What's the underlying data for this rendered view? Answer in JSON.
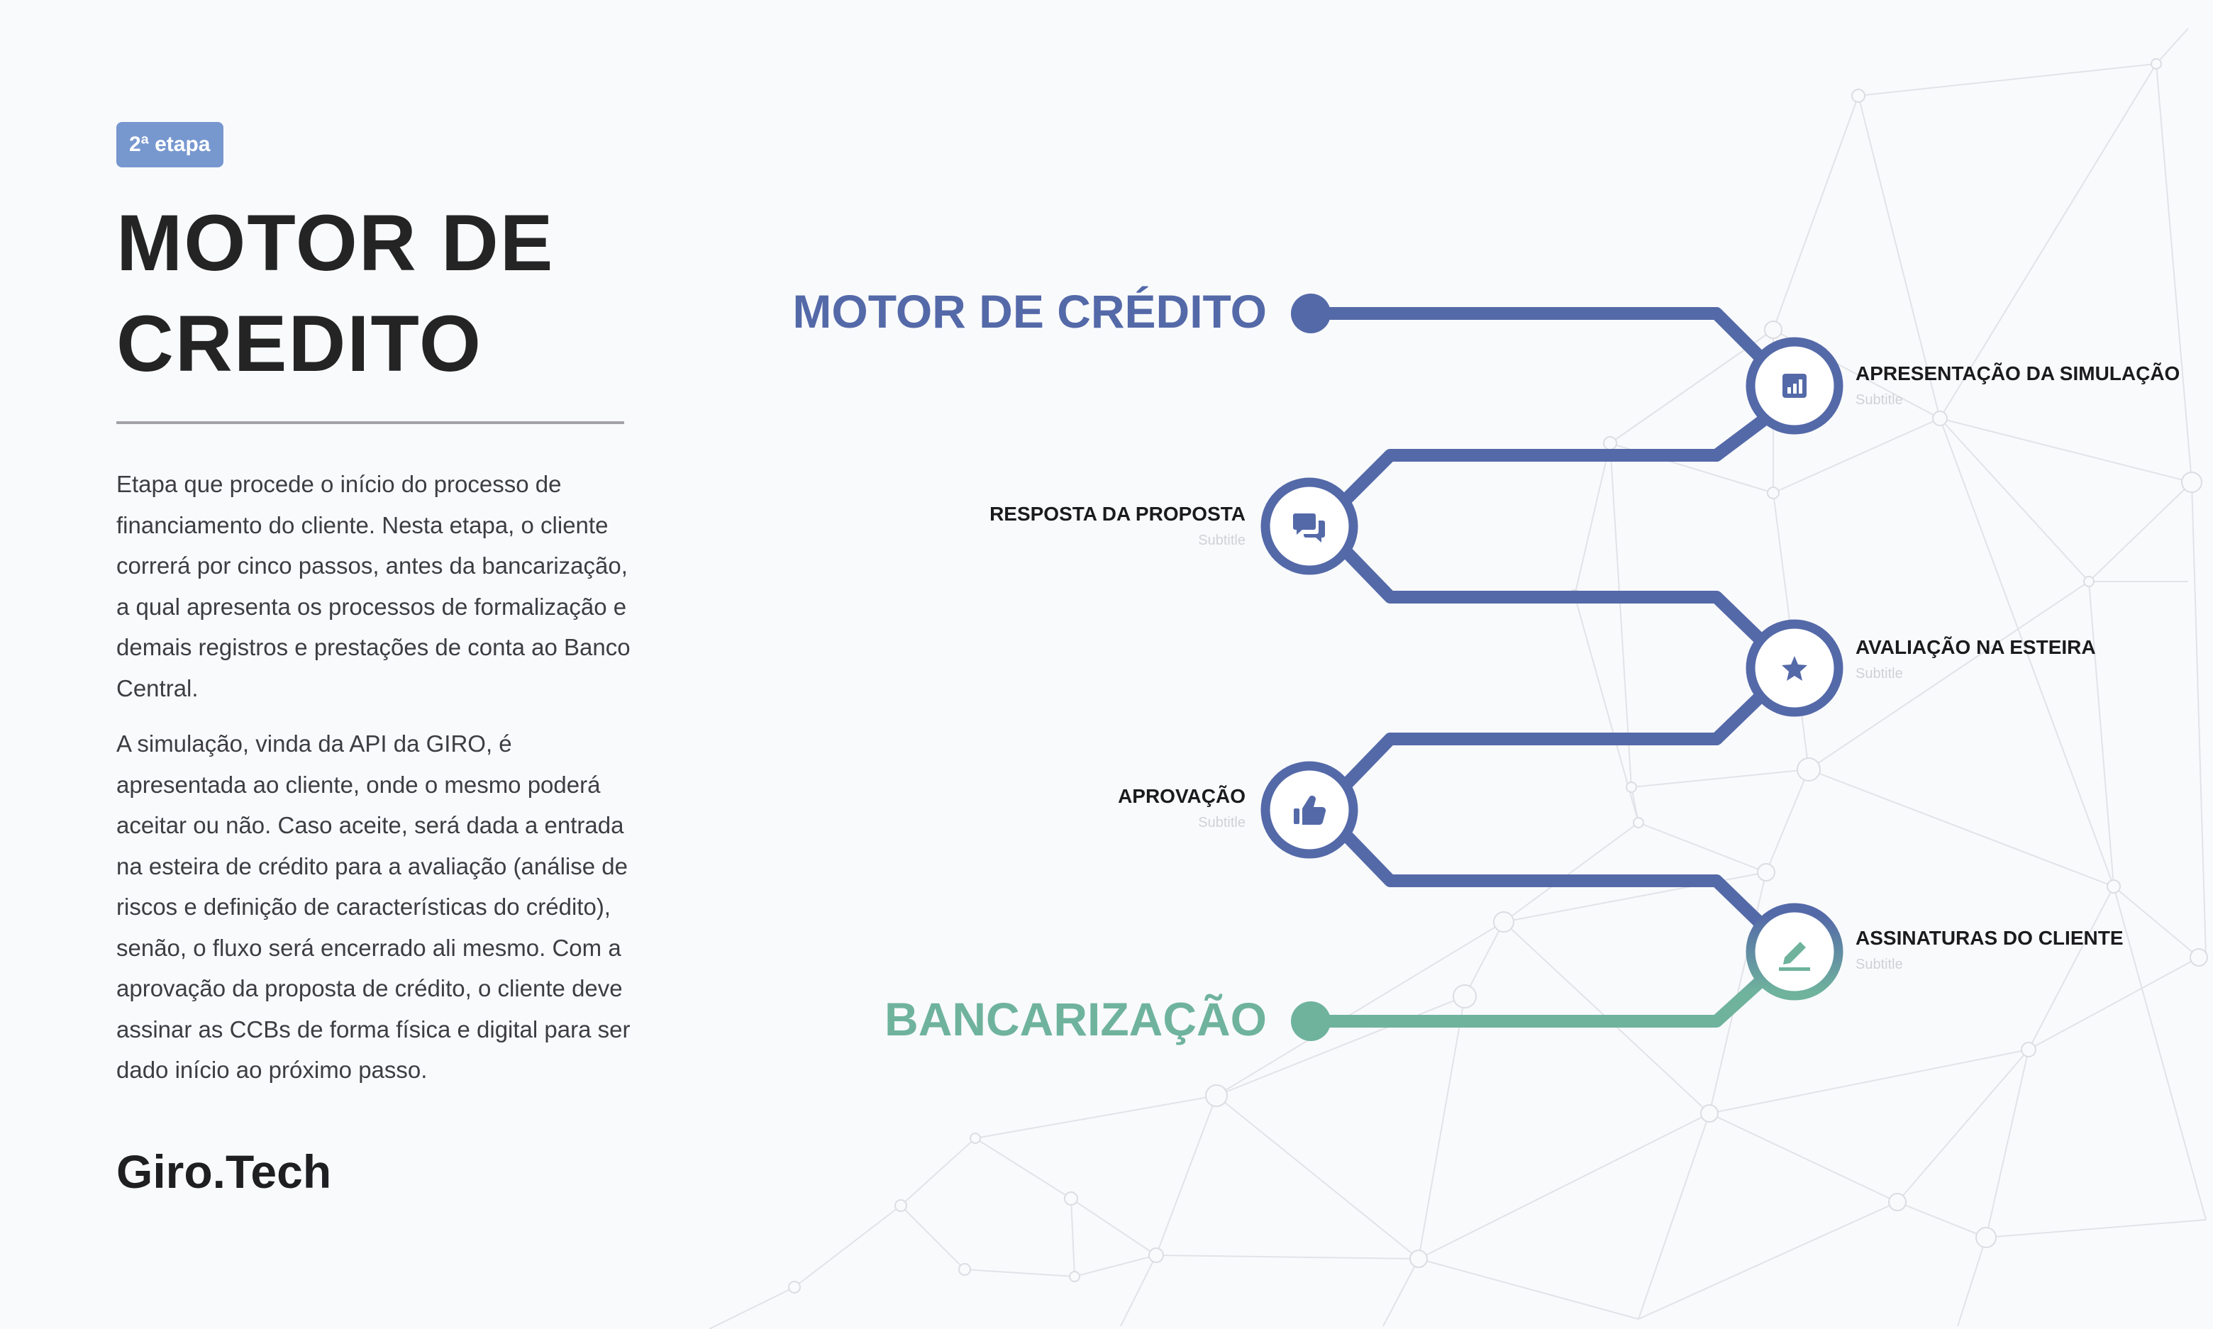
{
  "stage_badge": "2ª etapa",
  "title": "MOTOR DE CREDITO",
  "description": [
    "Etapa que procede o início do processo de financiamento do cliente. Nesta etapa, o cliente correrá por cinco passos, antes da bancarização, a qual apresenta os processos de formalização e demais registros e prestações de conta ao Banco Central.",
    "A simulação, vinda da API da GIRO, é apresentada ao cliente, onde o mesmo poderá aceitar ou não. Caso aceite, será dada a entrada na esteira de crédito para a avaliação (análise de riscos e definição de características do crédito), senão, o fluxo será encerrado ali mesmo. Com a aprovação da proposta de crédito, o cliente deve assinar as CCBs de forma física e digital para ser dado início ao próximo passo."
  ],
  "brand": "Giro.Tech",
  "diagram": {
    "start_label": "MOTOR DE CRÉDITO",
    "end_label": "BANCARIZAÇÃO",
    "steps": [
      {
        "title": "APRESENTAÇÃO DA SIMULAÇÃO",
        "subtitle": "Subtitle",
        "icon": "chart-icon"
      },
      {
        "title": "RESPOSTA DA PROPOSTA",
        "subtitle": "Subtitle",
        "icon": "chat-icon"
      },
      {
        "title": "AVALIAÇÃO NA ESTEIRA",
        "subtitle": "Subtitle",
        "icon": "star-icon"
      },
      {
        "title": "APROVAÇÃO",
        "subtitle": "Subtitle",
        "icon": "thumbs-up-icon"
      },
      {
        "title": "ASSINATURAS DO CLIENTE",
        "subtitle": "Subtitle",
        "icon": "pen-icon"
      }
    ]
  },
  "colors": {
    "primary": "#5469a8",
    "accent": "#6fb39d",
    "badge": "#7797cf",
    "text": "#242424"
  }
}
